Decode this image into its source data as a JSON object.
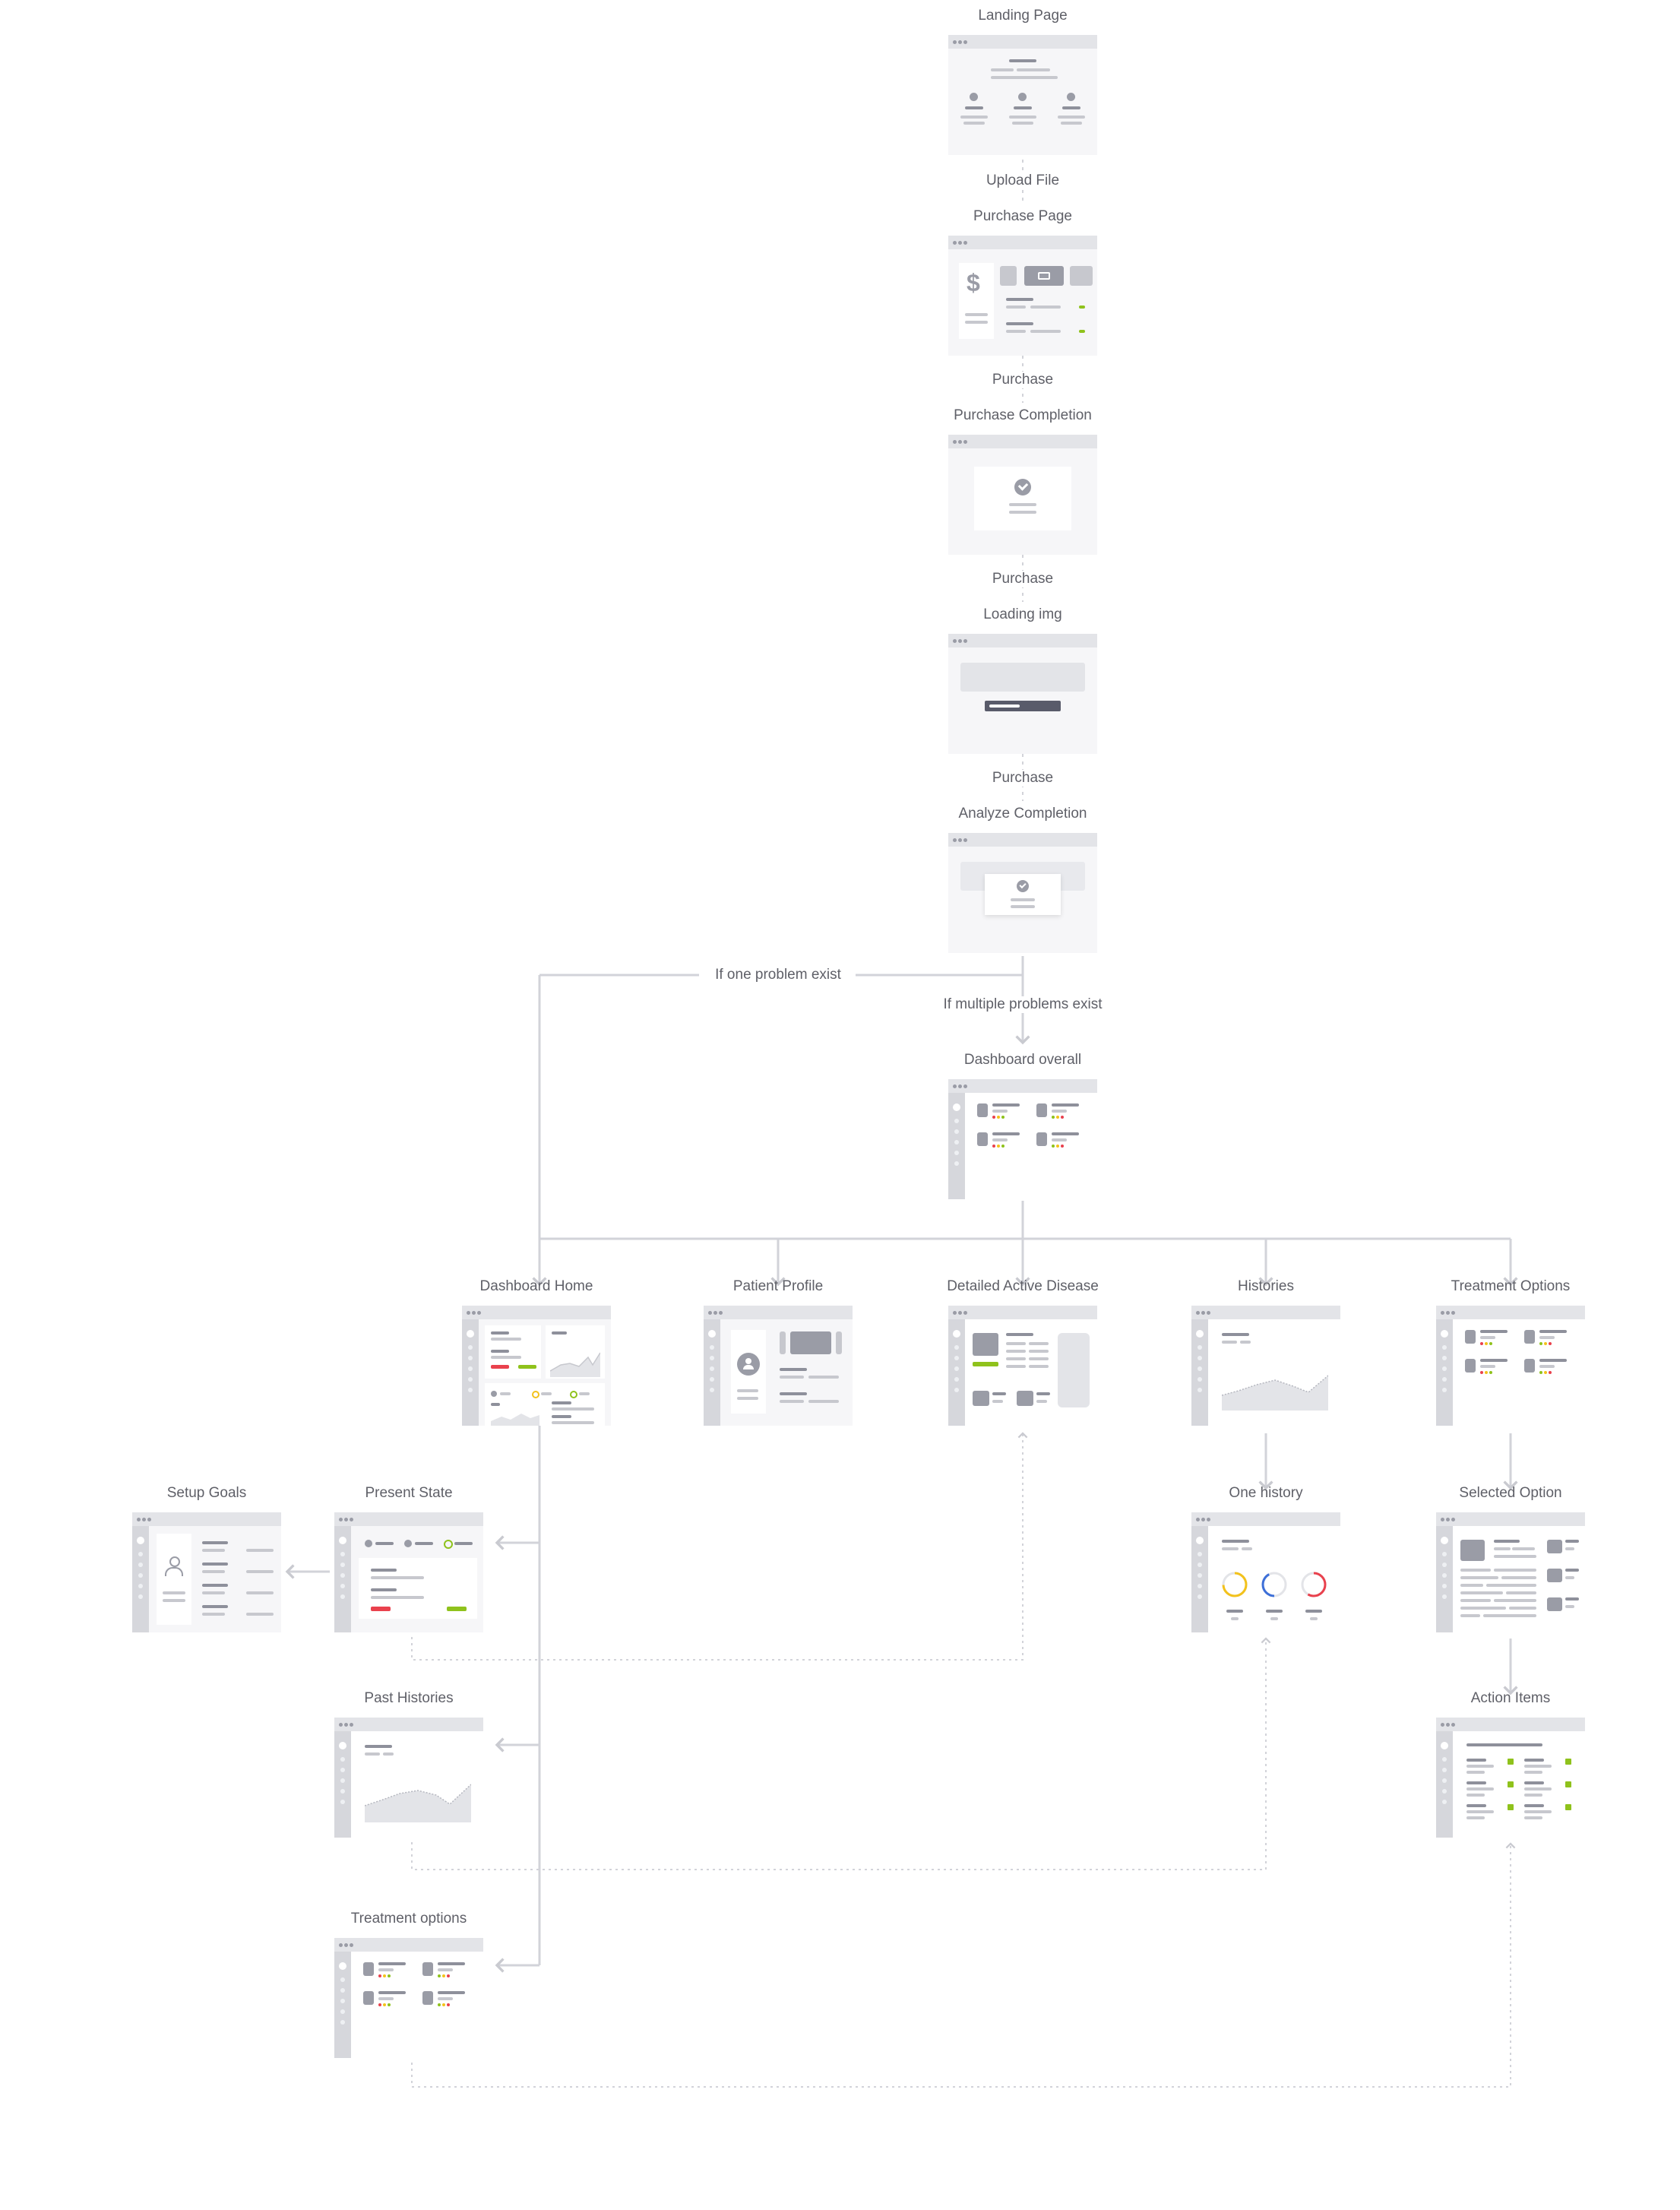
{
  "colors": {
    "connector": "#d2d3d9",
    "label_text": "#5f6068",
    "frame_bg": "#f6f6f8",
    "frame_bar": "#e3e4e8",
    "accent_green": "#8fc21c",
    "accent_red": "#e9414d",
    "accent_yellow": "#f3c21b",
    "accent_blue": "#3d6fd8"
  },
  "screens": {
    "landing": "Landing Page",
    "purchase_page": "Purchase Page",
    "purchase_completion": "Purchase Completion",
    "loading_img": "Loading img",
    "analyze_completion": "Analyze Completion",
    "dashboard_overall": "Dashboard overall",
    "dashboard_home": "Dashboard Home",
    "patient_profile": "Patient Profile",
    "detailed_active_disease": "Detailed Active Disease",
    "histories": "Histories",
    "treatment_options": "Treatment Options",
    "setup_goals": "Setup Goals",
    "present_state": "Present State",
    "one_history": "One history",
    "selected_option": "Selected Option",
    "past_histories": "Past Histories",
    "action_items": "Action Items",
    "treatment_options_sub": "Treatment options"
  },
  "transitions": {
    "upload_file": "Upload File",
    "purchase_1": "Purchase",
    "purchase_2": "Purchase",
    "purchase_3": "Purchase",
    "one_problem": "If one problem exist",
    "multiple_problems": "If multiple problems exist"
  },
  "icons": {
    "dollar": "dollar-icon",
    "check": "check-circle-icon",
    "document": "document-icon",
    "user": "user-icon",
    "image": "image-icon",
    "card": "credit-card-icon"
  }
}
